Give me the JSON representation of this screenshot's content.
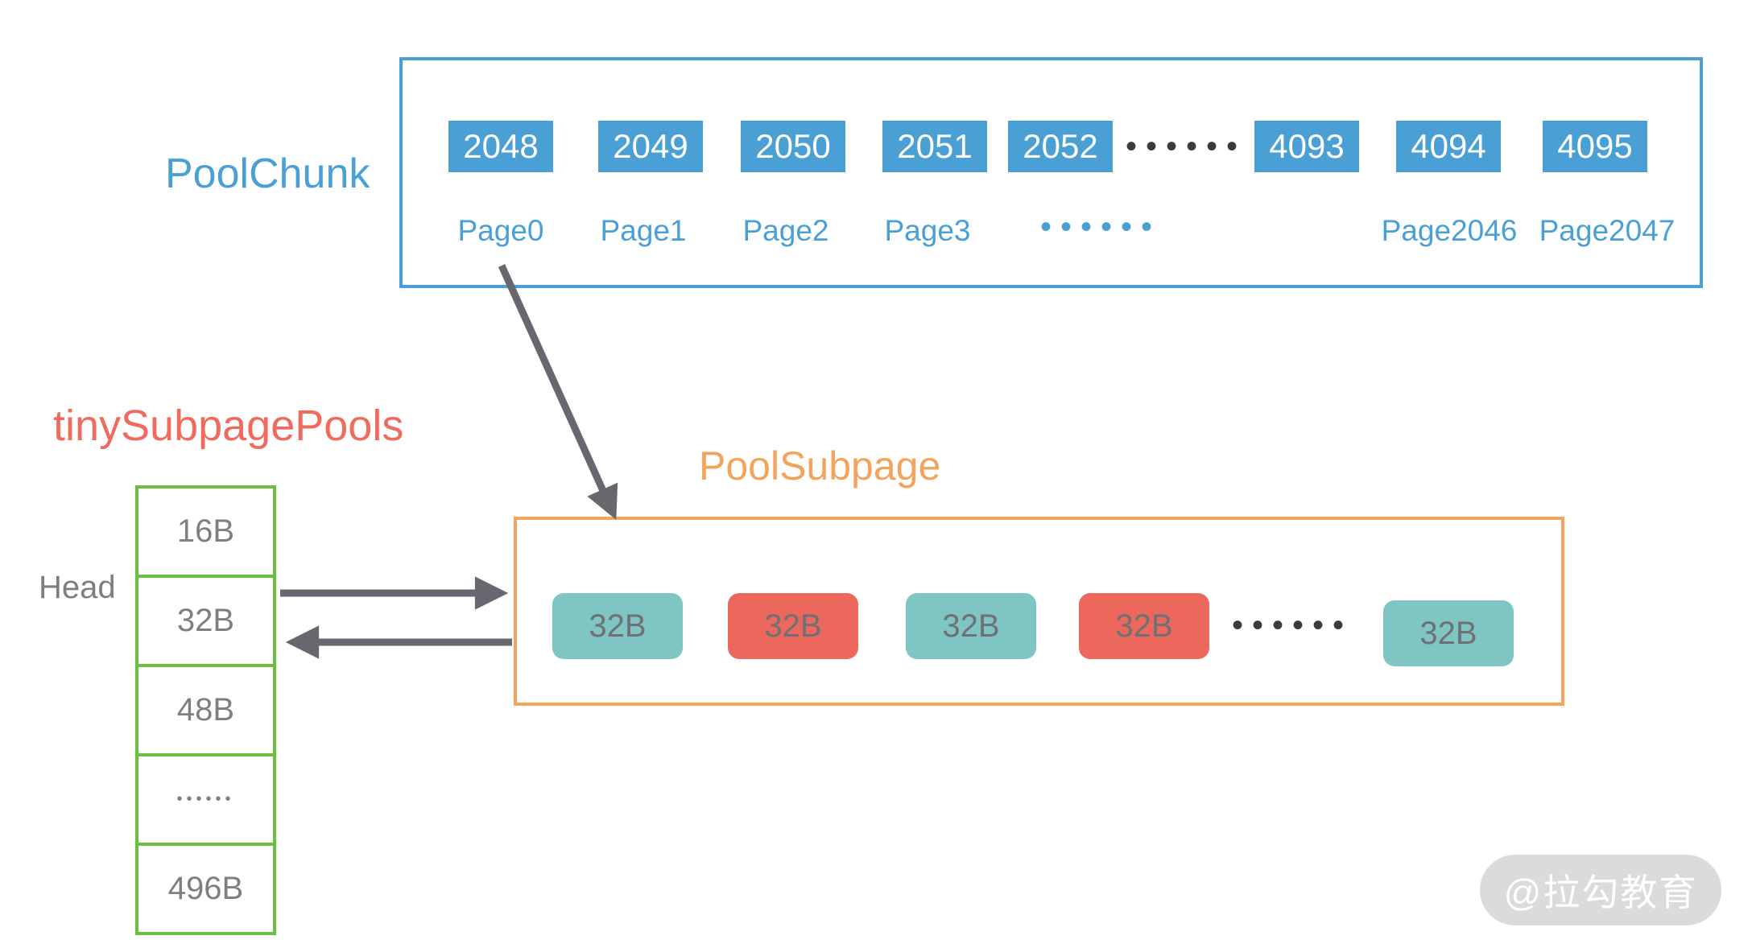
{
  "chunk": {
    "title": "PoolChunk",
    "cells": [
      "2048",
      "2049",
      "2050",
      "2051",
      "2052",
      "4093",
      "4094",
      "4095"
    ],
    "dots": "••••••",
    "pages": [
      "Page0",
      "Page1",
      "Page2",
      "Page3",
      "Page2046",
      "Page2047"
    ],
    "page_dots": "••••••"
  },
  "pools": {
    "title": "tinySubpagePools",
    "head": "Head",
    "rows": [
      "16B",
      "32B",
      "48B",
      "••••••",
      "496B"
    ]
  },
  "subpage": {
    "title": "PoolSubpage",
    "cells": [
      {
        "label": "32B",
        "state": "free"
      },
      {
        "label": "32B",
        "state": "used"
      },
      {
        "label": "32B",
        "state": "free"
      },
      {
        "label": "32B",
        "state": "used"
      },
      {
        "label": "32B",
        "state": "free"
      }
    ],
    "dots": "••••••"
  },
  "watermark": "@拉勾教育",
  "colors": {
    "blue": "#4AA0D5",
    "green": "#6ABF40",
    "orange": "#F2A45C",
    "red_label": "#EF6B5E",
    "cell_teal": "#7EC5C3",
    "cell_red": "#EC685C",
    "arrow_gray": "#686770",
    "text_gray": "#7F7F83",
    "dot_dark": "#3B3B3E",
    "watermark_bg": "#DBDBDB"
  }
}
